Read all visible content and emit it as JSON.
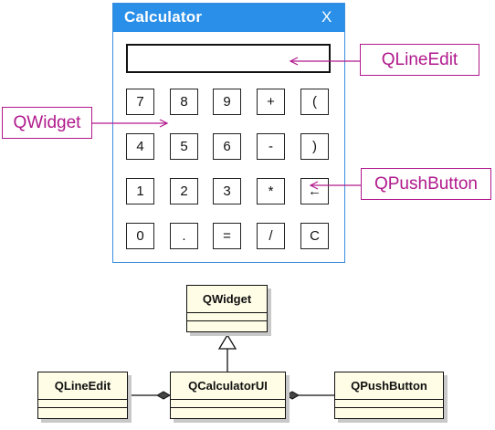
{
  "calculator": {
    "title": "Calculator",
    "close_label": "X",
    "keys": [
      [
        "7",
        "8",
        "9",
        "+",
        "("
      ],
      [
        "4",
        "5",
        "6",
        "-",
        ")"
      ],
      [
        "1",
        "2",
        "3",
        "*",
        "←"
      ],
      [
        "0",
        ".",
        "=",
        "/",
        "C"
      ]
    ]
  },
  "callouts": {
    "line_edit": "QLineEdit",
    "widget": "QWidget",
    "push_button": "QPushButton"
  },
  "uml": {
    "widget": "QWidget",
    "line_edit": "QLineEdit",
    "calculator_ui": "QCalculatorUI",
    "push_button": "QPushButton"
  },
  "colors": {
    "title_bar": "#2a8fe8",
    "callout": "#b0198c",
    "uml_fill": "#fffde6"
  }
}
